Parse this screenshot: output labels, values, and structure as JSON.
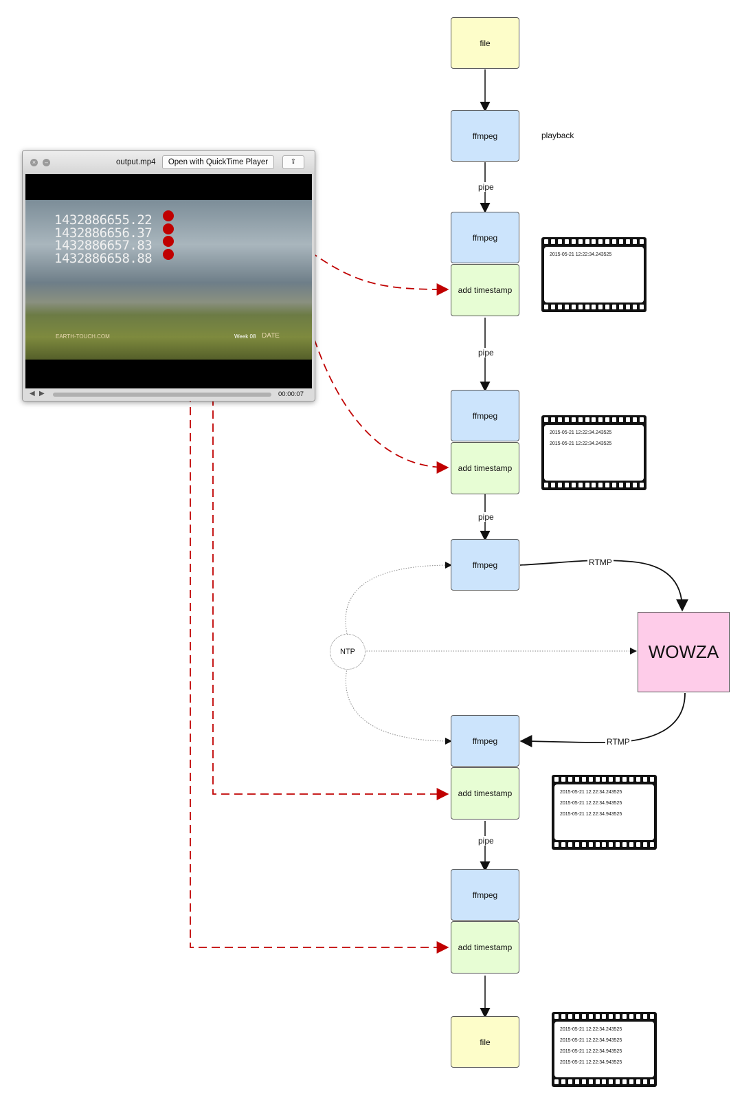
{
  "nodes": {
    "file_top": "file",
    "ffmpeg1": "ffmpeg",
    "ffmpeg2": "ffmpeg",
    "addts1": "add timestamp",
    "ffmpeg3": "ffmpeg",
    "addts2": "add timestamp",
    "ffmpeg4": "ffmpeg",
    "wowza": "WOWZA",
    "ntp": "NTP",
    "ffmpeg5": "ffmpeg",
    "addts3": "add timestamp",
    "ffmpeg6": "ffmpeg",
    "addts4": "add timestamp",
    "file_bottom": "file"
  },
  "labels": {
    "playback": "playback",
    "pipe": "pipe",
    "rtmp": "RTMP"
  },
  "filmstrips": {
    "strip1": [
      "2015-05-21 12:22:34.243525"
    ],
    "strip2": [
      "2015-05-21 12:22:34.243525",
      "2015-05-21 12:22:34.243525"
    ],
    "strip3": [
      "2015-05-21 12:22:34.243525",
      "2015-05-21 12:22:34.943525",
      "2015-05-21 12:22:34.943525"
    ],
    "strip4": [
      "2015-05-21 12:22:34.243525",
      "2015-05-21 12:22:34.943525",
      "2015-05-21 12:22:34.943525",
      "2015-05-21 12:22:34.943525"
    ]
  },
  "player": {
    "filename": "output.mp4",
    "open_button": "Open with QuickTime Player",
    "time": "00:00:07",
    "timestamps": [
      "1432886655.22",
      "1432886656.37",
      "1432886657.83",
      "1432886658.88"
    ],
    "overlay_left": "EARTH-TOUCH.COM",
    "overlay_right": "DATE",
    "overlay_week": "Week 08"
  },
  "colors": {
    "file": "#fdfdc9",
    "ffmpeg": "#cce4fc",
    "timestamp": "#e7fdd4",
    "wowza": "#fecce9",
    "dashed_link": "#c00000"
  }
}
